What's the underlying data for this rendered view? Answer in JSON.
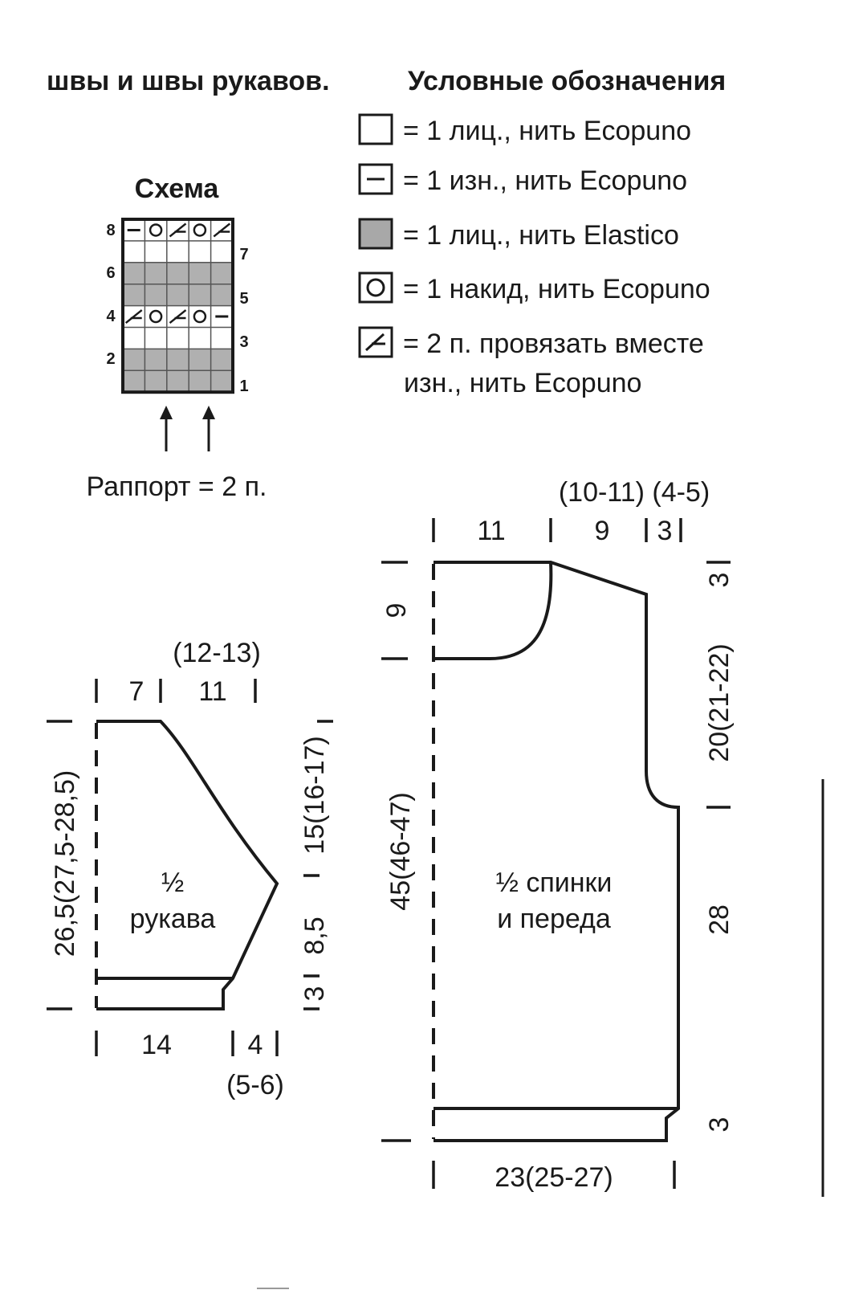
{
  "header_fragment": "швы и швы рукавов.",
  "legend": {
    "title": "Условные обозначения",
    "items": [
      {
        "symbol": "empty-square-icon",
        "text": "= 1 лиц., нить Ecopuno"
      },
      {
        "symbol": "dash-square-icon",
        "text": "= 1 изн., нить Ecopuno"
      },
      {
        "symbol": "shaded-square-icon",
        "text": "= 1 лиц., нить Elastico"
      },
      {
        "symbol": "circle-square-icon",
        "text": "= 1 накид, нить Ecopuno"
      },
      {
        "symbol": "decrease-square-icon",
        "text": "=  2  п.  провязать  вместе",
        "text2": "изн., нить Ecopuno"
      }
    ]
  },
  "scheme": {
    "title": "Схема",
    "left_rows": [
      "8",
      "6",
      "4",
      "2"
    ],
    "right_rows": [
      "7",
      "5",
      "3",
      "1"
    ],
    "repeat": "Раппорт = 2 п."
  },
  "sleeve": {
    "label1": "½",
    "label2": "рукава",
    "top_extra": "(12-13)",
    "top_a": "7",
    "top_b": "11",
    "height": "26,5(27,5-28,5)",
    "cap": "15(16-17)",
    "side": "8,5",
    "cuff": "3",
    "bottom_a": "14",
    "bottom_b": "4",
    "bottom_extra": "(5-6)"
  },
  "body": {
    "label1": "½ спинки",
    "label2": "и переда",
    "top_extra": "(10-11) (4-5)",
    "top_a": "11",
    "top_b": "9",
    "top_c": "3",
    "neck": "9",
    "height": "45(46-47)",
    "shoulder": "3",
    "armhole": "20(21-22)",
    "side": "28",
    "hem": "3",
    "bottom": "23(25-27)"
  }
}
